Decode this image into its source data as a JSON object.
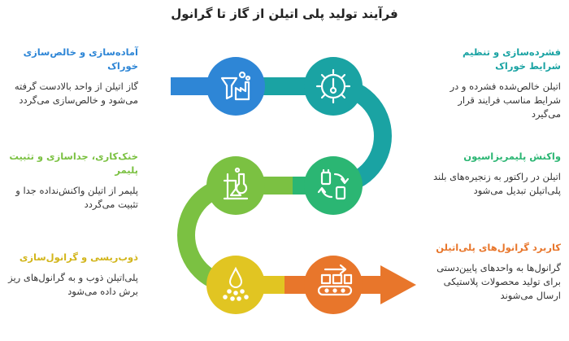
{
  "title": "فرآیند تولید پلی اتیلن از گاز تا گرانول",
  "colors": {
    "blue": "#2e86d6",
    "teal": "#1aa3a3",
    "lightgreen": "#7bc142",
    "green": "#2bb673",
    "yellow": "#e1c522",
    "orange": "#e8762b"
  },
  "steps": [
    {
      "heading": "آماده‌سازی و خالص‌سازی خوراک",
      "body": "گاز اتیلن از واحد بالادست گرفته می‌شود و خالص‌سازی می‌گردد",
      "icon": "filter-factory-icon"
    },
    {
      "heading": "فشرده‌سازی و تنظیم شرایط خوراک",
      "body": "اتیلن خالص‌شده فشرده و در شرایط مناسب فرایند قرار می‌گیرد",
      "icon": "gear-thermometer-icon"
    },
    {
      "heading": "واکنش پلیمریزاسیون",
      "body": "اتیلن در راکتور به زنجیره‌های بلند پلی‌اتیلن تبدیل می‌شود",
      "icon": "reaction-cycle-icon"
    },
    {
      "heading": "خنک‌کاری، جداسازی و تثبیت پلیمر",
      "body": "پلیمر از اتیلن واکنش‌نداده جدا و تثبیت می‌گردد",
      "icon": "lab-flask-icon"
    },
    {
      "heading": "ذوب‌ریسی و گرانول‌سازی",
      "body": "پلی‌اتیلن ذوب و به گرانول‌های ریز برش داده می‌شود",
      "icon": "melt-drop-icon"
    },
    {
      "heading": "کاربرد گرانول‌های پلی‌اتیلن",
      "body": "گرانول‌ها به واحدهای پایین‌دستی برای تولید محصولات پلاستیکی ارسال می‌شوند",
      "icon": "conveyor-icon"
    }
  ]
}
